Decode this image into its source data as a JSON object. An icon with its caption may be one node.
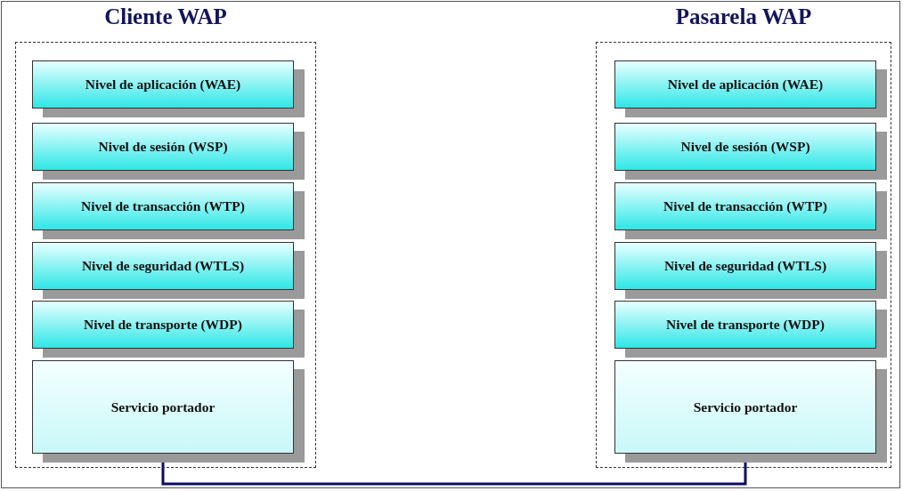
{
  "diagram": {
    "nodes": [
      {
        "text": [
          "Cliente WAP"
        ]
      },
      {
        "text": [
          "Nivel de aplicación (WAE)"
        ],
        "in": 0
      },
      {
        "text": [
          "Nivel de sesión (WSP)"
        ],
        "in": 0
      },
      {
        "text": [
          "Nivel de transacción (WTP)"
        ],
        "in": 0
      },
      {
        "text": [
          "Nivel de seguridad (WTLS)"
        ],
        "in": 0
      },
      {
        "text": [
          "Nivel de transporte (WDP)"
        ],
        "in": 0
      },
      {
        "text": [
          "Servicio portador"
        ],
        "in": 0
      },
      {
        "text": [
          "Pasarela WAP"
        ]
      },
      {
        "text": [
          "Nivel de aplicación (WAE)"
        ],
        "in": 7
      },
      {
        "text": [
          "Nivel de sesión (WSP)"
        ],
        "in": 7
      },
      {
        "text": [
          "Nivel de transacción (WTP)"
        ],
        "in": 7
      },
      {
        "text": [
          "Nivel de seguridad (WTLS)"
        ],
        "in": 7
      },
      {
        "text": [
          "Nivel de transporte (WDP)"
        ],
        "in": 7
      },
      {
        "text": [
          "Servicio portador"
        ],
        "in": 7
      }
    ],
    "edges": [
      {
        "from": 6,
        "to": 13,
        "arrow": "none"
      }
    ]
  }
}
